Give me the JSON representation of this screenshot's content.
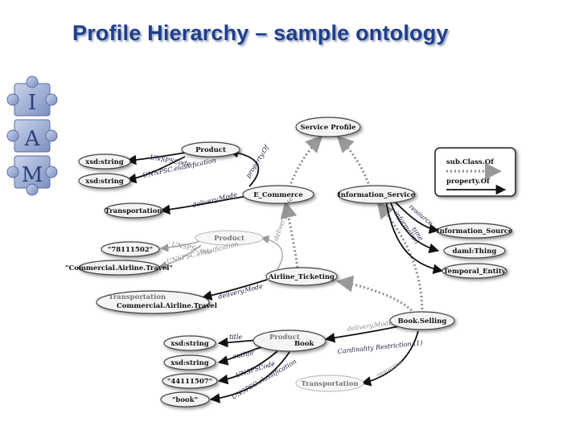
{
  "title": "Profile Hierarchy – sample ontology",
  "logo": {
    "letters": [
      "I",
      "A",
      "M"
    ]
  },
  "legend": {
    "subclass": "sub.Class.Of",
    "property": "property.Of"
  },
  "nodes": {
    "service_profile": "Service Profile",
    "product": "Product",
    "xsd1": "xsd:string",
    "xsd2": "xsd:string",
    "transportation": "Transportation",
    "e_commerce": "E_Commerce",
    "information_service": "Information_Service",
    "information_source": "Information_Source",
    "daml_thing": "daml:Thing",
    "temporal_entity": "Temporal_Entity",
    "product_ghost": "Product",
    "code_value": "\"78111502\"",
    "airline_value": "\"Commercial.Airline.Travel\"",
    "airline_ticketing": "Airline_Ticketing",
    "transportation_ghost": "Transportation",
    "commercial_airline_travel": "Commercial.Airline.Travel",
    "book_selling": "Book.Selling",
    "book_product_ghost": "Product",
    "book": "Book",
    "xsd3": "xsd:string",
    "xsd4": "xsd:string",
    "book_code": "\"44111507\"",
    "book_value": "\"book\"",
    "book_transportation_ghost": "Transportation"
  },
  "edges": {
    "unspsc_code": "UNSPSCode",
    "unspsc_classification": "UNNPSC.elassification",
    "property_of": "property.Of",
    "delivery_mode": "delivery.Mode",
    "resource": "resource",
    "information": "information",
    "time": "time",
    "unspsc_code2": "UNSPSCode",
    "unspsc_classification2": "UNSPSC.elassification",
    "delivery_mode2": "delivery.Mode",
    "delivery_mode3": "delivery.Mode",
    "title": "title",
    "author": "author",
    "unspsc_code3": "UNSPSCode",
    "unspsc_classification3": "UNSPSC.elassification",
    "cardinality": "Cardinality Restriction (1)",
    "resource2": "resource",
    "delivery_mode4": "delivery.Mode"
  }
}
